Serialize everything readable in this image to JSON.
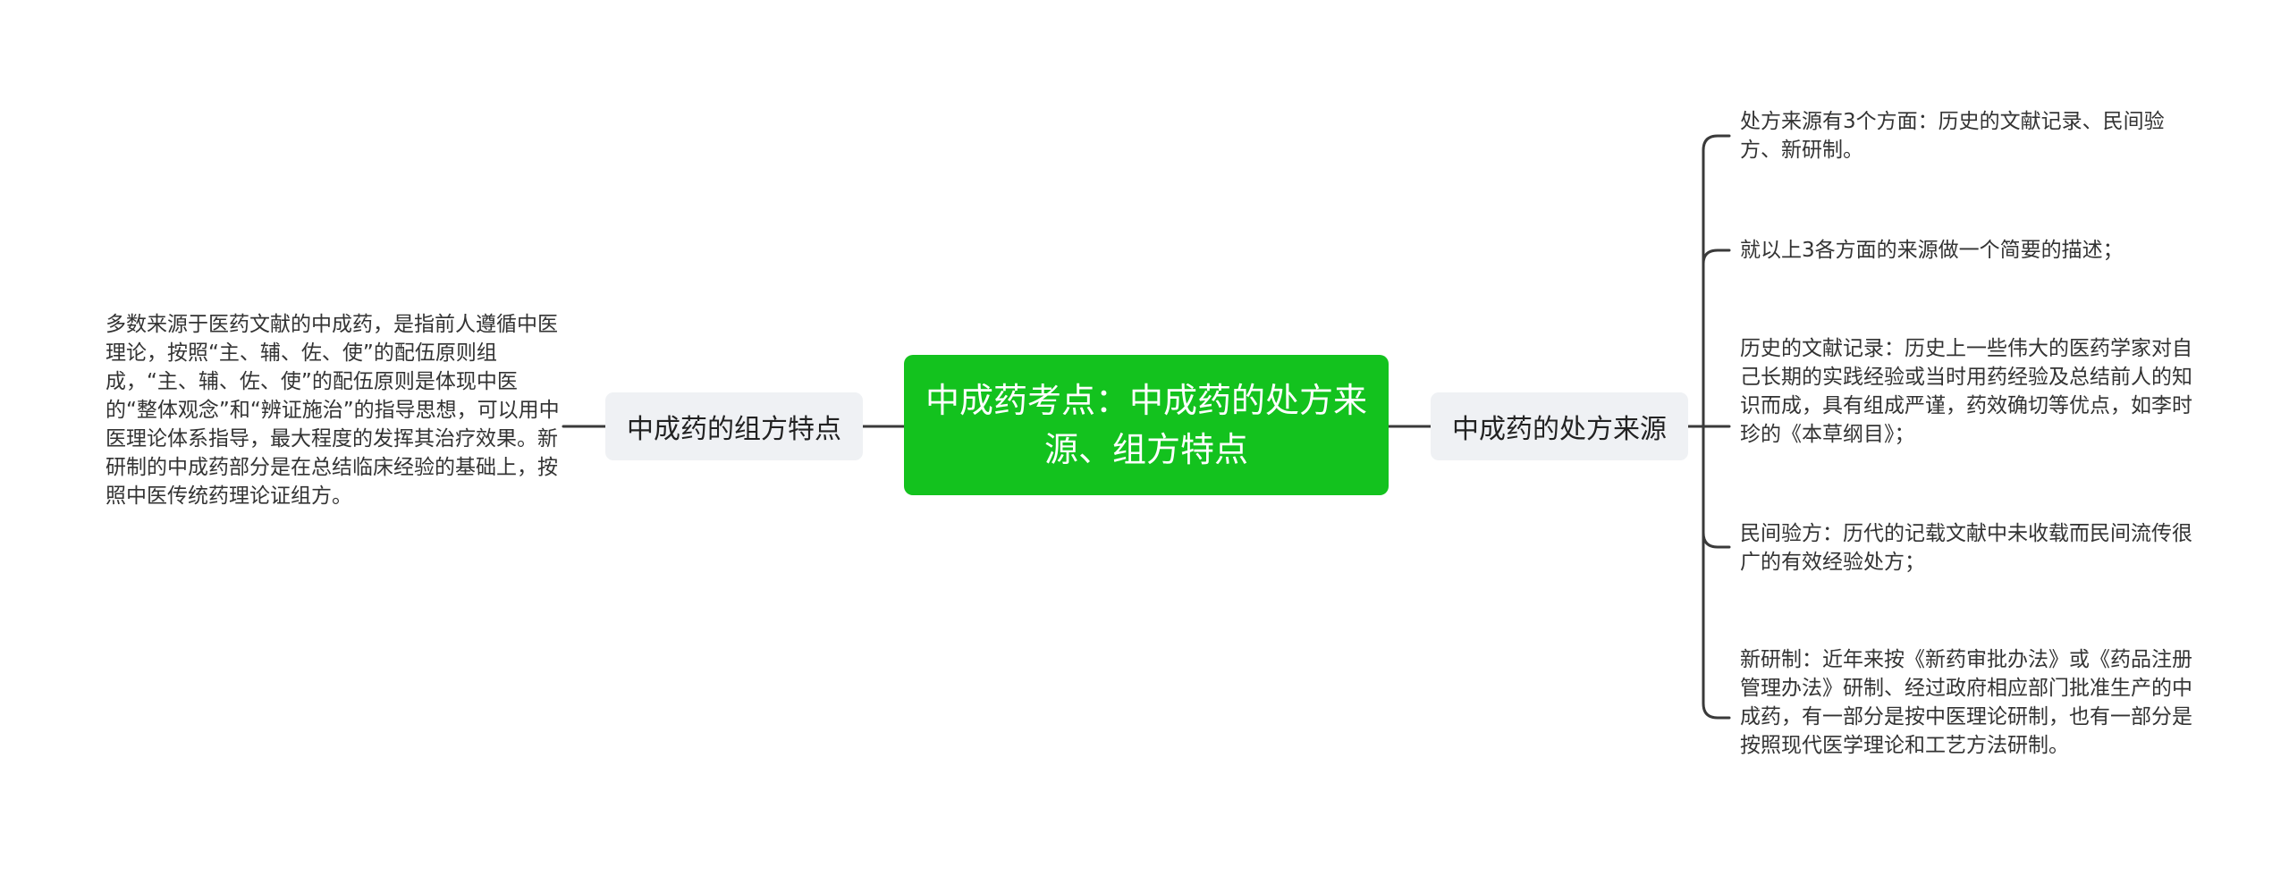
{
  "root": {
    "label": "中成药考点：中成药的处方来源、组方特点"
  },
  "branches": {
    "left": {
      "label": "中成药的组方特点",
      "leaves": [
        "多数来源于医药文献的中成药，是指前人遵循中医理论，按照“主、辅、佐、使”的配伍原则组成，“主、辅、佐、使”的配伍原则是体现中医的“整体观念”和“辨证施治”的指导思想，可以用中医理论体系指导，最大程度的发挥其治疗效果。新研制的中成药部分是在总结临床经验的基础上，按照中医传统药理论证组方。"
      ]
    },
    "right": {
      "label": "中成药的处方来源",
      "leaves": [
        "处方来源有3个方面：历史的文献记录、民间验方、新研制。",
        "就以上3各方面的来源做一个简要的描述；",
        "历史的文献记录：历史上一些伟大的医药学家对自己长期的实践经验或当时用药经验及总结前人的知识而成，具有组成严谨，药效确切等优点，如李时珍的《本草纲目》；",
        "民间验方：历代的记载文献中未收载而民间流传很广的有效经验处方；",
        "新研制：近年来按《新药审批办法》或《药品注册管理办法》研制、经过政府相应部门批准生产的中成药，有一部分是按中医理论研制，也有一部分是按照现代医学理论和工艺方法研制。"
      ]
    }
  },
  "colors": {
    "root_bg": "#13c21e",
    "branch_bg": "#eff1f4",
    "line": "#3a3a3a"
  }
}
